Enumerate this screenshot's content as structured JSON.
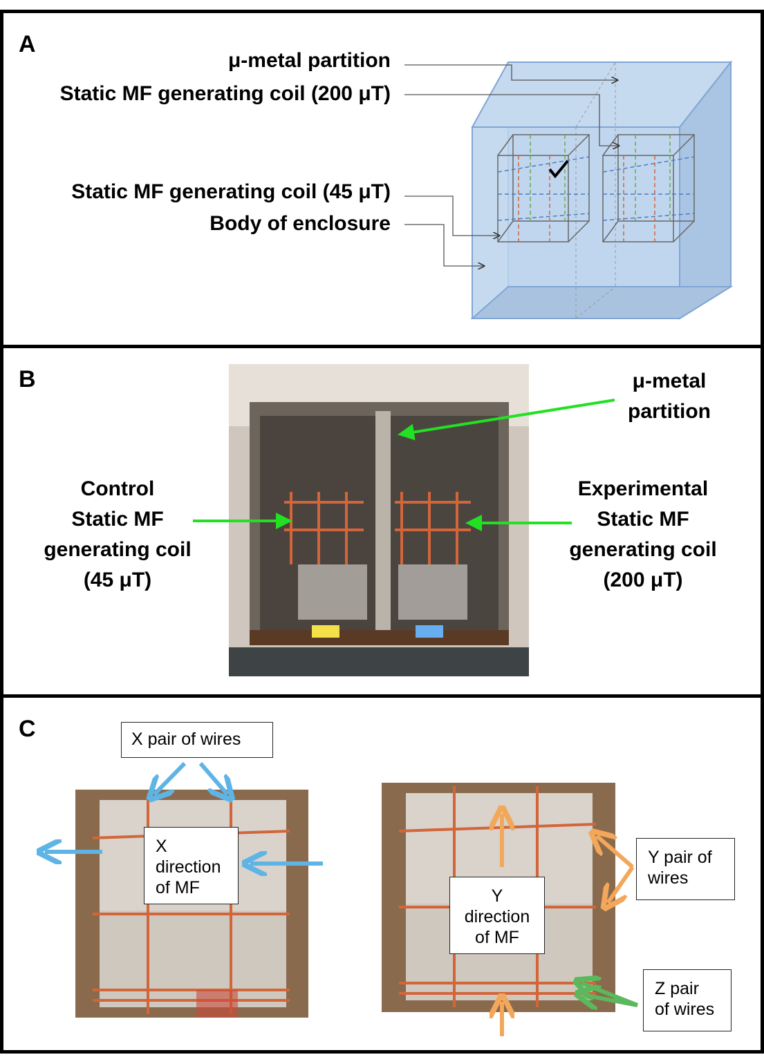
{
  "panel_a": {
    "letter": "A",
    "labels": {
      "mu_metal": "μ-metal partition",
      "coil_200": "Static MF generating coil (200 μT)",
      "coil_45": "Static MF generating coil (45 μT)",
      "enclosure": "Body of enclosure"
    }
  },
  "panel_b": {
    "letter": "B",
    "mu_metal_line1": "μ-metal",
    "mu_metal_line2": "partition",
    "control_lines": [
      "Control",
      "Static MF",
      "generating coil",
      "(45 μT)"
    ],
    "experimental_lines": [
      "Experimental",
      "Static MF",
      "generating coil",
      "(200 μT)"
    ]
  },
  "panel_c": {
    "letter": "C",
    "x_pair": "X pair of wires",
    "x_direction": [
      "X",
      "direction",
      "of MF"
    ],
    "y_direction": [
      "Y",
      "direction",
      "of MF"
    ],
    "y_pair": [
      "Y pair of",
      "wires"
    ],
    "z_pair": [
      "Z pair",
      "of wires"
    ]
  },
  "colors": {
    "enclosure_fill": "#bcd3ec",
    "enclosure_edge": "#7fa6d4",
    "arrow_green": "#22e022",
    "arrow_blue": "#5fb4e6",
    "arrow_orange": "#f2a75a",
    "arrow_green_dark": "#5cb85c",
    "copper_wire": "#d2653a"
  }
}
